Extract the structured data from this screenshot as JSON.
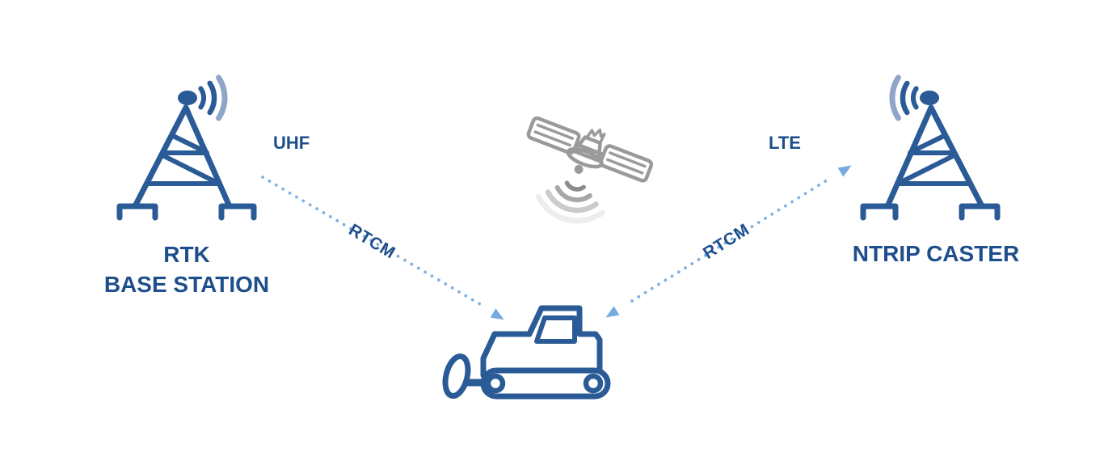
{
  "diagram": {
    "nodes": {
      "rtk_base_station": {
        "label_line1": "RTK",
        "label_line2": "BASE STATION",
        "icon": "radio-tower-icon"
      },
      "ntrip_caster": {
        "label": "NTRIP CASTER",
        "icon": "radio-tower-icon"
      },
      "gnss_satellite": {
        "icon": "satellite-icon"
      },
      "rover_machine": {
        "icon": "bulldozer-icon"
      }
    },
    "links": {
      "uhf": {
        "medium": "UHF",
        "payload": "RTCM",
        "style": "dotted",
        "direction": "one-way-to-rover"
      },
      "lte": {
        "medium": "LTE",
        "payload": "RTCM",
        "style": "dotted",
        "direction": "two-way"
      }
    },
    "colors": {
      "primary_blue": "#2a5b96",
      "text_blue": "#1f4e8c",
      "link_light_blue": "#7fb2e2",
      "arrowhead_blue": "#76abdf",
      "wave_accent_blue": "#8fa6c9",
      "satellite_gray": "#9a9a9a",
      "background": "#ffffff"
    }
  }
}
